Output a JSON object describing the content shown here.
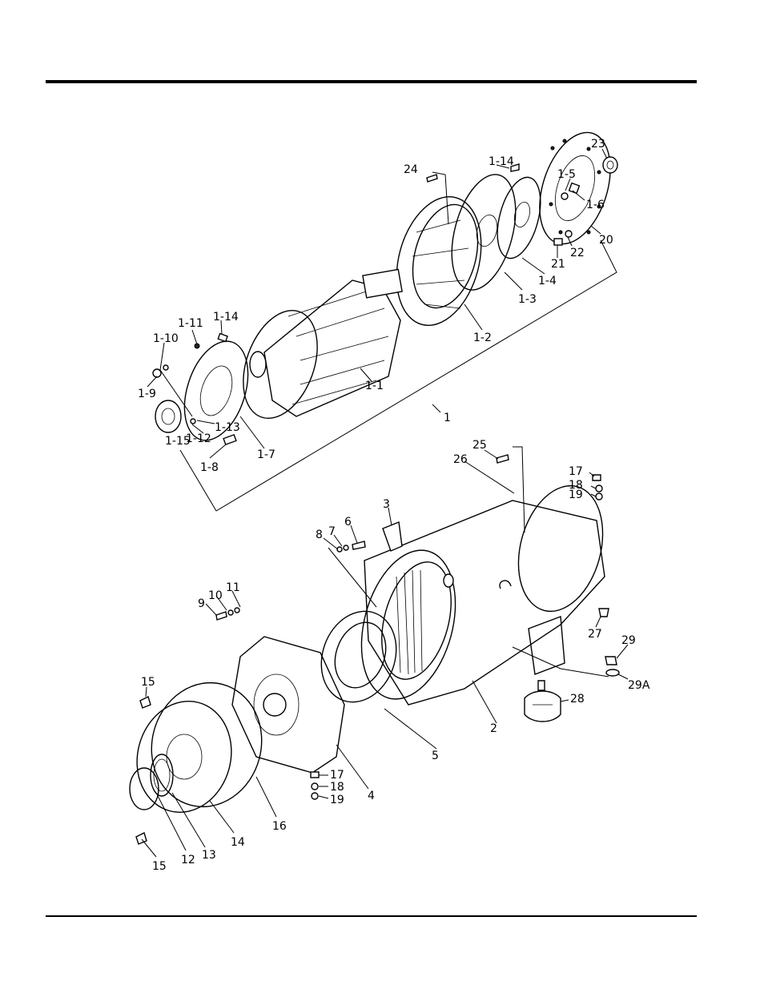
{
  "labels": {
    "l_23": "23",
    "l_1_14a": "1-14",
    "l_24": "24",
    "l_1_5": "1-5",
    "l_1_6": "1-6",
    "l_20": "20",
    "l_22": "22",
    "l_21": "21",
    "l_1_4": "1-4",
    "l_1_3": "1-3",
    "l_1_2": "1-2",
    "l_1_11": "1-11",
    "l_1_14b": "1-14",
    "l_1_10": "1-10",
    "l_1_9": "1-9",
    "l_1_1": "1-1",
    "l_1_13": "1-13",
    "l_1_12": "1-12",
    "l_1_15": "1-15",
    "l_1_8": "1-8",
    "l_1_7": "1-7",
    "l_1": "1",
    "l_25": "25",
    "l_26": "26",
    "l_17a": "17",
    "l_18a": "18",
    "l_19a": "19",
    "l_3": "3",
    "l_6": "6",
    "l_7": "7",
    "l_8": "8",
    "l_9": "9",
    "l_10": "10",
    "l_11": "11",
    "l_27": "27",
    "l_29": "29",
    "l_29a": "29A",
    "l_28": "28",
    "l_15a": "15",
    "l_2": "2",
    "l_5": "5",
    "l_4": "4",
    "l_17b": "17",
    "l_18b": "18",
    "l_19b": "19",
    "l_16": "16",
    "l_14": "14",
    "l_13": "13",
    "l_12": "12",
    "l_15b": "15"
  }
}
